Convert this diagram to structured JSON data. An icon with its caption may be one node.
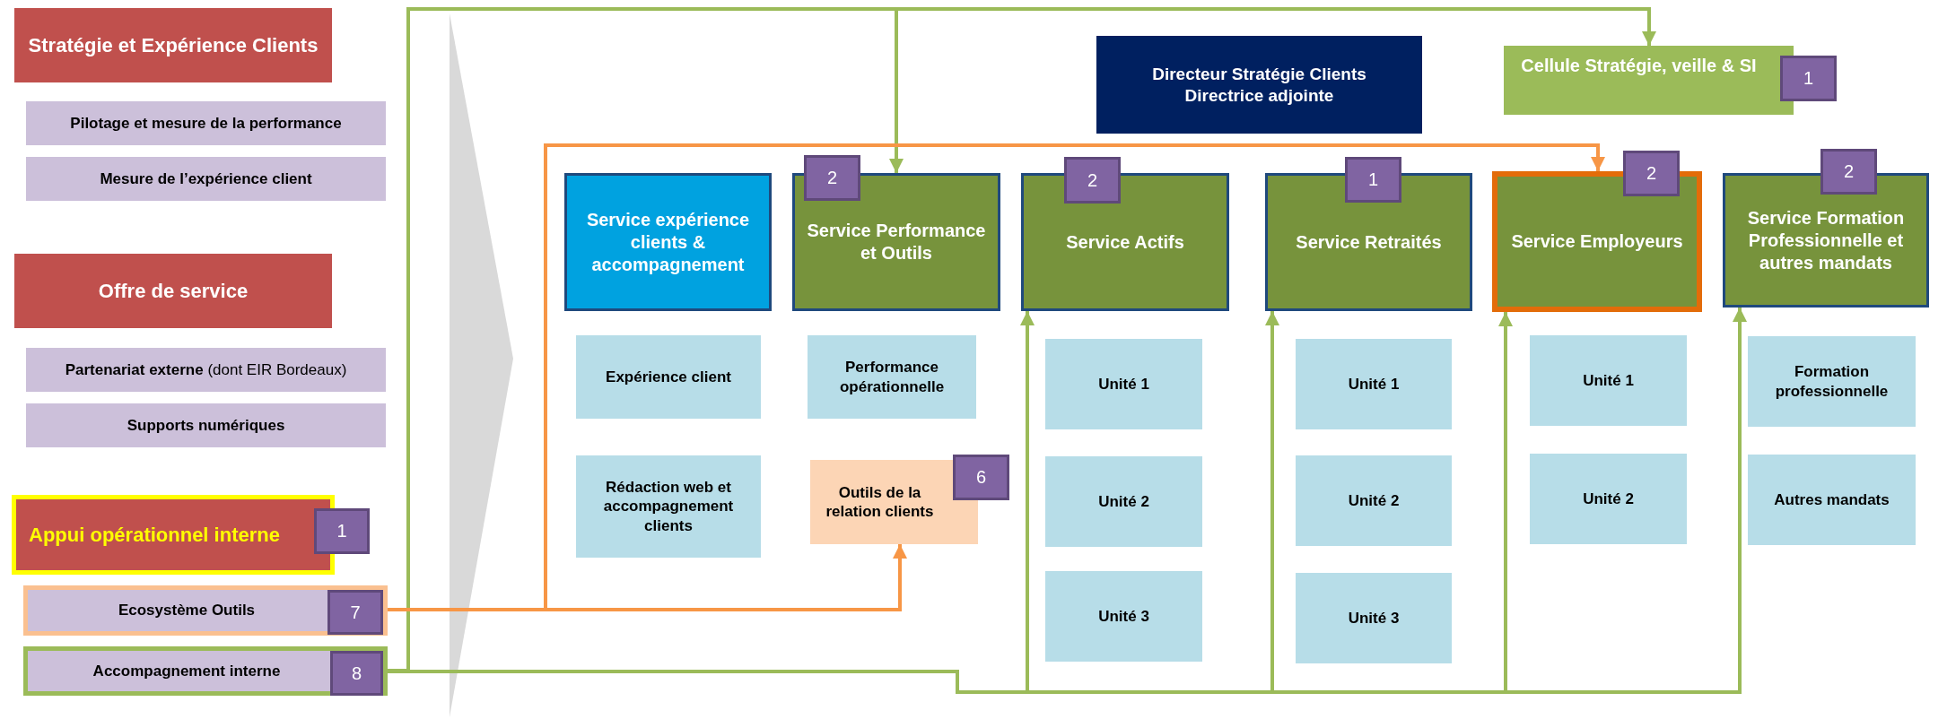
{
  "diagram": {
    "nodes": [
      {
        "text": [
          "Stratégie et Expérience Clients"
        ]
      },
      {
        "text": [
          "Pilotage et mesure de la performance"
        ]
      },
      {
        "text": [
          "Mesure de l’expérience client"
        ]
      },
      {
        "text": [
          "Offre de service"
        ]
      },
      {
        "text": [
          "**Partenariat externe** (dont EIR Bordeaux)"
        ]
      },
      {
        "text": [
          "Supports numériques"
        ]
      },
      {
        "text": [
          "Appui opérationnel interne"
        ]
      },
      {
        "text": [
          "1"
        ]
      },
      {
        "text": [
          "Ecosystème Outils"
        ]
      },
      {
        "text": [
          "7"
        ],
        "in": 8
      },
      {
        "text": [
          "Accompagnement interne"
        ]
      },
      {
        "text": [
          "8"
        ],
        "in": 10
      },
      {
        "text": [
          "Directeur Stratégie Clients",
          "Directrice adjointe"
        ]
      },
      {
        "text": [
          "Cellule Stratégie, veille & SI"
        ]
      },
      {
        "text": [
          "1"
        ]
      },
      {
        "text": [
          "Service expérience clients & accompagnement"
        ]
      },
      {
        "text": [
          "Service Performance et Outils"
        ]
      },
      {
        "text": [
          "2"
        ]
      },
      {
        "text": [
          "Service Actifs"
        ]
      },
      {
        "text": [
          "2"
        ]
      },
      {
        "text": [
          "Service Retraités"
        ]
      },
      {
        "text": [
          "1"
        ]
      },
      {
        "text": [
          "Service Employeurs"
        ]
      },
      {
        "text": [
          "2"
        ]
      },
      {
        "text": [
          "Service Formation Professionnelle et autres mandats"
        ]
      },
      {
        "text": [
          "2"
        ]
      },
      {
        "text": [
          "Expérience client"
        ]
      },
      {
        "text": [
          "Rédaction web et accompagnement clients"
        ]
      },
      {
        "text": [
          "Performance opérationnelle"
        ]
      },
      {
        "text": [
          "Outils de la relation clients"
        ]
      },
      {
        "text": [
          "6"
        ]
      },
      {
        "text": [
          "Unité 1"
        ]
      },
      {
        "text": [
          "Unité 2"
        ]
      },
      {
        "text": [
          "Unité 3"
        ]
      },
      {
        "text": [
          "Unité 1"
        ]
      },
      {
        "text": [
          "Unité 2"
        ]
      },
      {
        "text": [
          "Unité 3"
        ]
      },
      {
        "text": [
          "Unité 1"
        ]
      },
      {
        "text": [
          "Unité 2"
        ]
      },
      {
        "text": [
          "Formation professionnelle"
        ]
      },
      {
        "text": [
          "Autres mandats"
        ]
      }
    ],
    "edges": [
      {
        "from": 10,
        "to": 13,
        "arrow": "to"
      },
      {
        "from": 10,
        "to": 16,
        "arrow": "to"
      },
      {
        "from": 10,
        "to": 18,
        "arrow": "to"
      },
      {
        "from": 10,
        "to": 20,
        "arrow": "to"
      },
      {
        "from": 10,
        "to": 22,
        "arrow": "to"
      },
      {
        "from": 10,
        "to": 24,
        "arrow": "to"
      },
      {
        "from": 8,
        "to": 22,
        "arrow": "to",
        "color": "#f79646"
      },
      {
        "from": 8,
        "to": 29,
        "arrow": "to",
        "color": "#f79646"
      }
    ]
  }
}
